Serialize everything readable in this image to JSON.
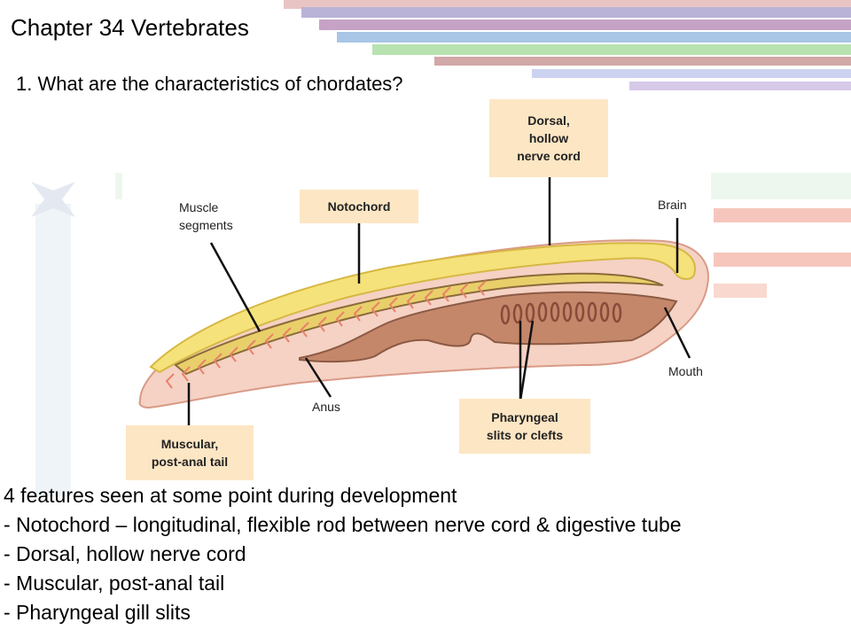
{
  "slide": {
    "title": "Chapter 34 Vertebrates",
    "question": "1.  What are the characteristics of chordates?"
  },
  "figure": {
    "labels": {
      "dorsal_nerve_cord": "Dorsal,\nhollow\nnerve cord",
      "notochord": "Notochord",
      "muscle_segments": "Muscle\nsegments",
      "brain": "Brain",
      "mouth": "Mouth",
      "anus": "Anus",
      "pharyngeal_slits": "Pharyngeal\nslits or clefts",
      "muscular_tail": "Muscular,\npost-anal tail"
    },
    "colors": {
      "label_box": "#fde6c4",
      "body": "#f5d2c4",
      "nerve_cord": "#f6e27a",
      "gut": "#c4876a",
      "muscle_chevrons": "#e8826a"
    }
  },
  "notes": [
    "4 features seen at some point during development",
    "- Notochord – longitudinal, flexible rod between nerve cord & digestive tube",
    "- Dorsal, hollow nerve cord",
    "- Muscular, post-anal tail",
    "- Pharyngeal gill slits"
  ]
}
